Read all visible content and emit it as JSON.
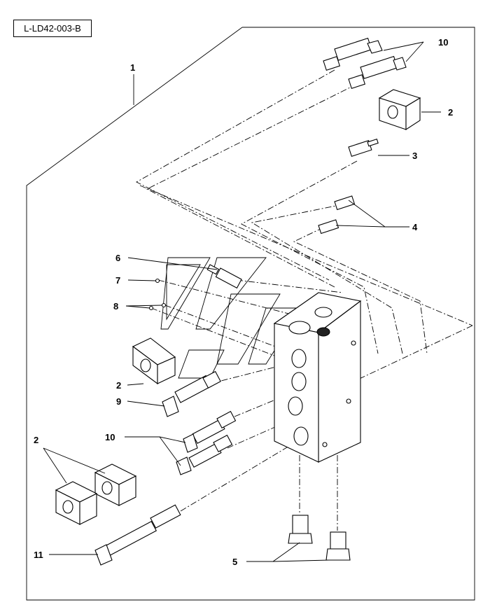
{
  "drawing_code": "L-LD42-003-B",
  "callouts": {
    "c1": "1",
    "c10_top": "10",
    "c2_top": "2",
    "c3": "3",
    "c4": "4",
    "c6": "6",
    "c7": "7",
    "c8": "8",
    "c2_mid": "2",
    "c9": "9",
    "c10_mid": "10",
    "c2_left": "2",
    "c11": "11",
    "c5": "5"
  }
}
